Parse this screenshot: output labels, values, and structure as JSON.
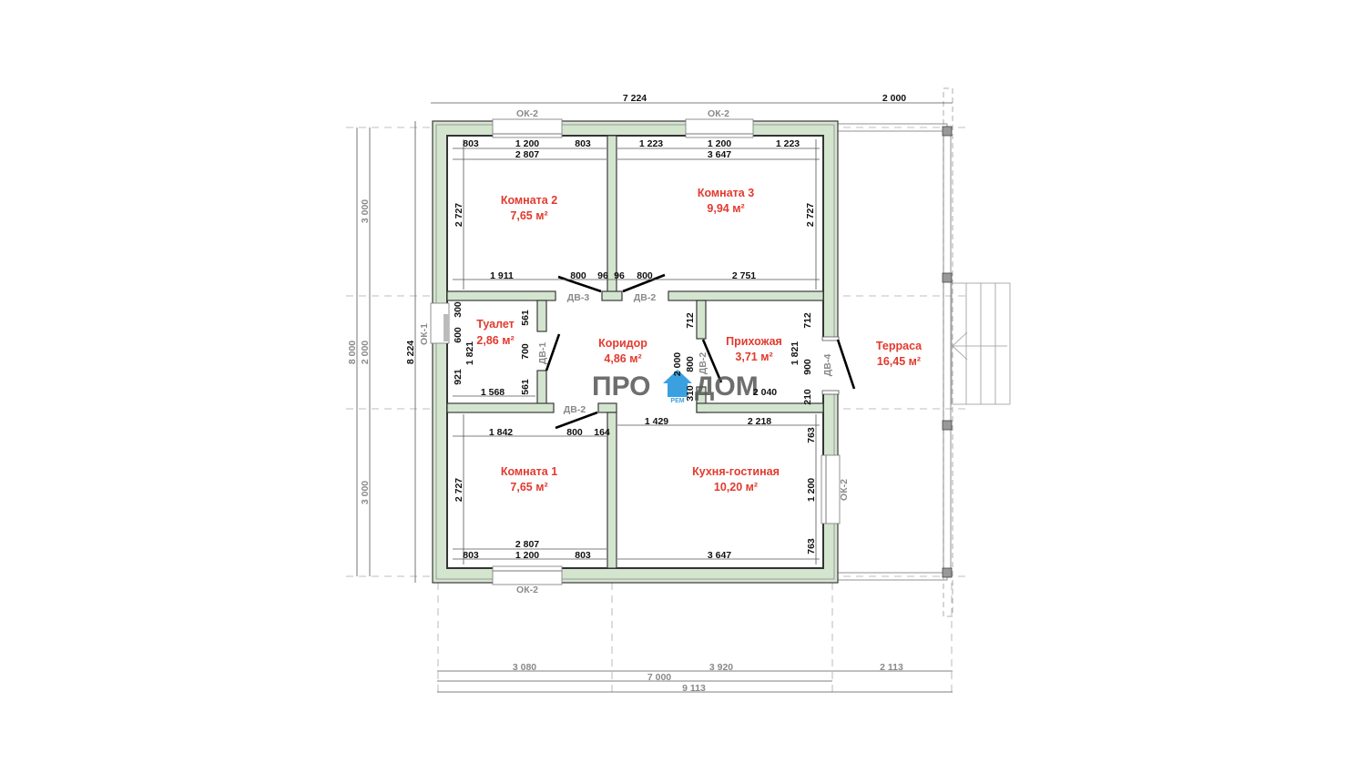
{
  "colors": {
    "wall": "#d4e5cf",
    "room_label": "#e23a2e",
    "logo_house": "#3aa0e0"
  },
  "logo": {
    "left": "ПРО",
    "right": "ДОМ",
    "sub": "РЕМ"
  },
  "rooms": {
    "room2": {
      "name": "Комната 2",
      "area": "7,65 м²"
    },
    "room3": {
      "name": "Комната 3",
      "area": "9,94 м²"
    },
    "toilet": {
      "name": "Туалет",
      "area": "2,86 м²"
    },
    "corridor": {
      "name": "Коридор",
      "area": "4,86 м²"
    },
    "hall": {
      "name": "Прихожая",
      "area": "3,71 м²"
    },
    "terrace": {
      "name": "Терраса",
      "area": "16,45 м²"
    },
    "room1": {
      "name": "Комната 1",
      "area": "7,65 м²"
    },
    "kitchen": {
      "name": "Кухня-гостиная",
      "area": "10,20 м²"
    }
  },
  "openings": {
    "top_win_1": "ОК-2",
    "top_win_2": "ОК-2",
    "bottom_win": "ОК-2",
    "right_win": "ОК-2",
    "left_win": "ОК-1",
    "door_dv3": "ДВ-3",
    "door_dv2_top": "ДВ-2",
    "door_dv1": "ДВ-1",
    "door_dv2_hall": "ДВ-2",
    "door_dv2_bottom": "ДВ-2",
    "door_dv4": "ДВ-4"
  },
  "dims": {
    "top_total": "7 224",
    "top_terrace": "2 000",
    "top_row": [
      "803",
      "1 200",
      "803",
      "1 223",
      "1 200",
      "1 223"
    ],
    "top_row2": [
      "2 807",
      "3 647"
    ],
    "room2_h": "2 727",
    "room3_h": "2 727",
    "mid_row": [
      "1 911",
      "800",
      "96",
      "96",
      "800",
      "2 751"
    ],
    "toilet": [
      "300",
      "600",
      "921",
      "1 821",
      "561",
      "700",
      "561",
      "1 568"
    ],
    "corridor": [
      "2 000",
      "800",
      "310",
      "712"
    ],
    "hall": [
      "712",
      "1 821",
      "900",
      "210",
      "2 040"
    ],
    "lower_row": [
      "1 429",
      "2 218",
      "1 842",
      "800",
      "164"
    ],
    "kitchen_v": [
      "763",
      "1 200",
      "763"
    ],
    "room1_h": "2 727",
    "bottom_row": [
      "2 807",
      "803",
      "1 200",
      "803",
      "3 647"
    ],
    "left": [
      "3 000",
      "8 000",
      "2 000",
      "3 000",
      "8 224"
    ],
    "bottom_axes": [
      "3 080",
      "3 920",
      "2 113",
      "7 000",
      "9 113"
    ]
  }
}
